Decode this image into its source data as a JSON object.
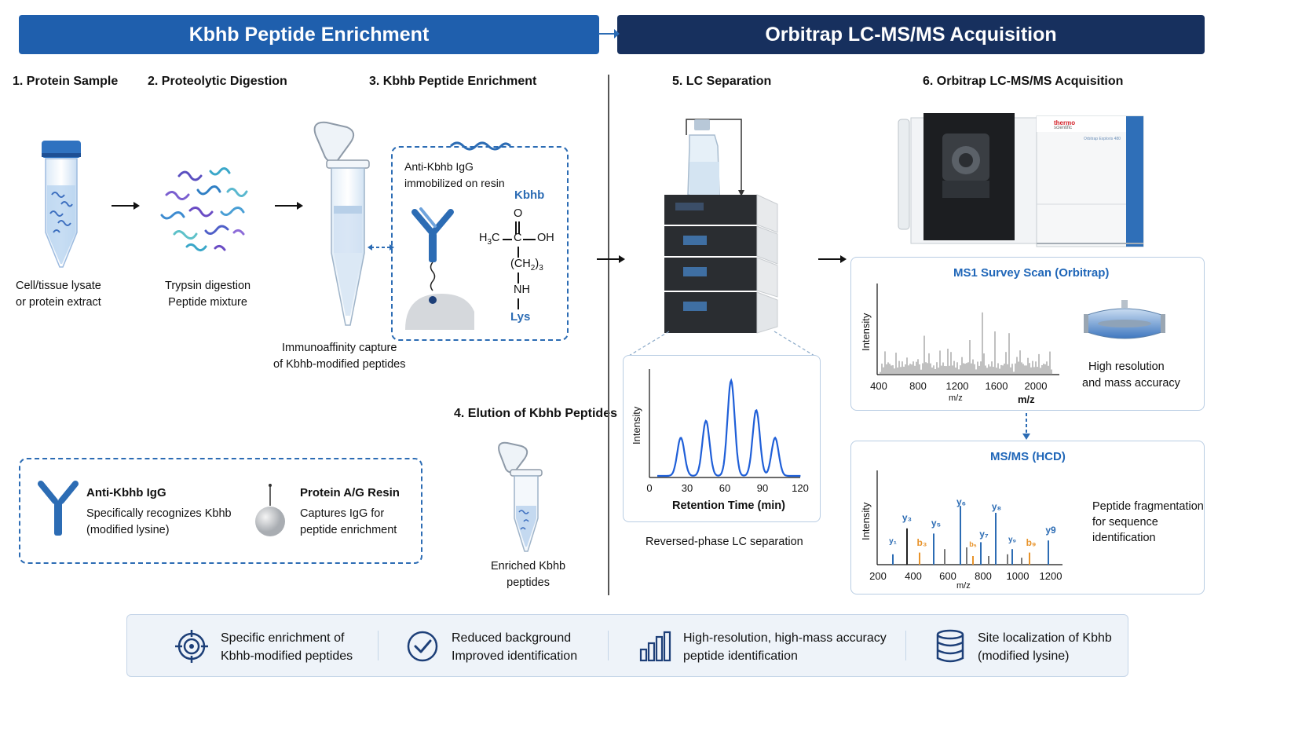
{
  "banners": {
    "left": "Kbhb Peptide Enrichment",
    "right": "Orbitrap LC-MS/MS Acquisition"
  },
  "steps": {
    "s1": {
      "title": "1. Protein Sample",
      "caption": [
        "Cell/tissue lysate",
        "or protein extract"
      ]
    },
    "s2": {
      "title": "2. Proteolytic Digestion",
      "caption": [
        "Trypsin digestion",
        "Peptide mixture"
      ]
    },
    "s3": {
      "title": "3. Kbhb Peptide Enrichment",
      "caption": [
        "Immunoaffinity capture",
        "of Kbhb-modified peptides"
      ]
    },
    "s4": {
      "title": "4. Elution of Kbhb Peptides",
      "caption": [
        "Enriched Kbhb",
        "peptides"
      ]
    },
    "s5": {
      "title": "5. LC Separation",
      "caption": "Reversed-phase LC separation"
    },
    "s6": {
      "title": "6. Orbitrap LC-MS/MS Acquisition"
    }
  },
  "enrichment_box": {
    "antibody_label": [
      "Anti-Kbhb IgG",
      "immobilized on resin"
    ],
    "kbhb_label": "Kbhb",
    "lys_label": "Lys",
    "chem": {
      "o": "O",
      "h3c": "H",
      "h3c_sub": "3",
      "c_left": "C",
      "c": "C",
      "oh": "OH",
      "ch2": "(CH",
      "ch2_sub": "2",
      "ch2_sub2": "3",
      "nh": "NH"
    }
  },
  "legend": {
    "igg_title": "Anti-Kbhb IgG",
    "igg_text": [
      "Specifically recognizes Kbhb",
      "(modified lysine)"
    ],
    "resin_title": "Protein A/G Resin",
    "resin_text": [
      "Captures IgG for",
      "peptide enrichment"
    ]
  },
  "lc_chart": {
    "ylabel": "Intensity",
    "xlabel": "Retention Time (min)",
    "ticks": [
      "0",
      "30",
      "60",
      "90",
      "120"
    ]
  },
  "ms1": {
    "title": "MS1 Survey Scan (Orbitrap)",
    "ylabel": "Intensity",
    "ticks": [
      "400",
      "800",
      "1200",
      "1600",
      "2000"
    ],
    "xlabel_under": "m/z",
    "xlabel_right": "m/z",
    "side_text": [
      "High resolution",
      "and mass accuracy"
    ]
  },
  "ms2": {
    "title": "MS/MS (HCD)",
    "ylabel": "Intensity",
    "ticks": [
      "200",
      "400",
      "600",
      "800",
      "1000",
      "1200"
    ],
    "xlabel": "m/z",
    "ions": {
      "y1": "y₁",
      "b3": "b₃",
      "y3": "y₃",
      "y5": "y₅",
      "y6": "y₆",
      "b5": "b₅",
      "y7": "y₇",
      "y8": "y₈",
      "y9a": "y₉",
      "b9": "b₉",
      "y9b": "y9"
    },
    "side_text": [
      "Peptide fragmentation",
      "for sequence",
      "identification"
    ]
  },
  "instrument": {
    "brand": "thermo",
    "brand2": "scientific",
    "model": "Orbitrap Exploris 480"
  },
  "features": [
    {
      "icon": "target-icon",
      "text": [
        "Specific enrichment of",
        "Kbhb-modified peptides"
      ]
    },
    {
      "icon": "check-circle-icon",
      "text": [
        "Reduced background",
        "Improved identification"
      ]
    },
    {
      "icon": "bar-chart-icon",
      "text": [
        "High-resolution, high-mass accuracy",
        "peptide identification"
      ]
    },
    {
      "icon": "database-icon",
      "text": [
        "Site localization of Kbhb",
        "(modified lysine)"
      ]
    }
  ],
  "colors": {
    "banner_left": "#1f5fad",
    "banner_right": "#17305e",
    "accent": "#2c6cb4",
    "orange": "#e8932a"
  }
}
